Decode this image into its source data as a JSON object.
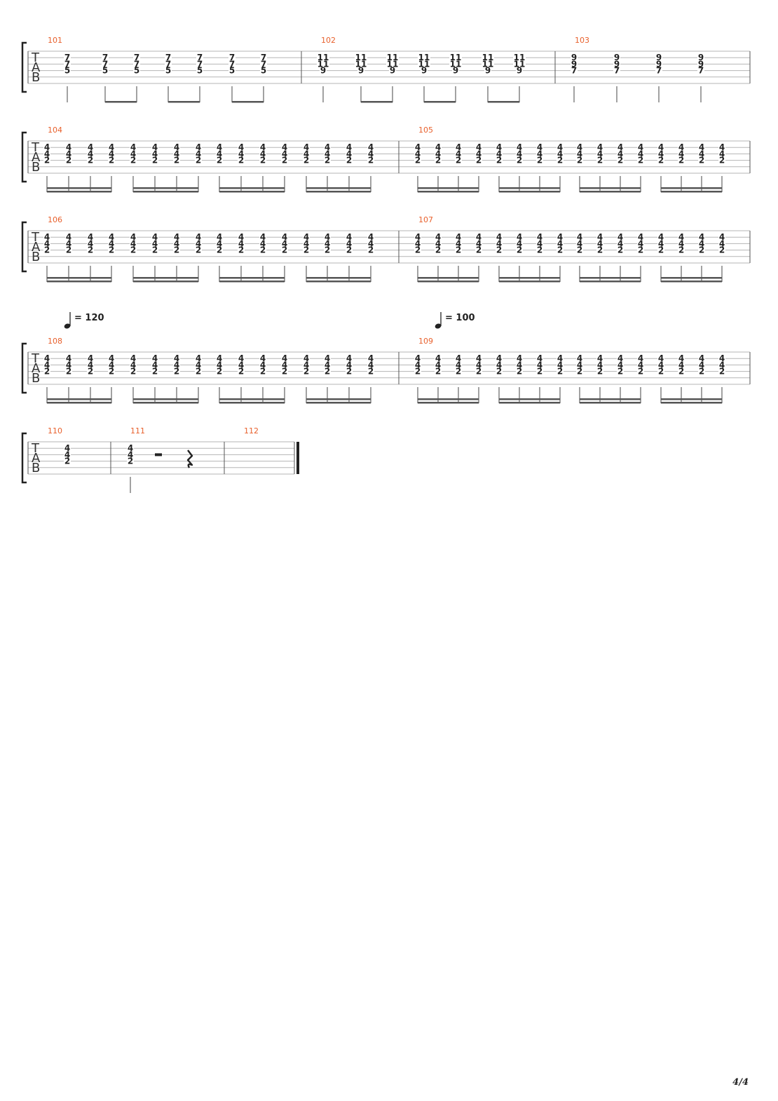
{
  "page_number": "4/4",
  "colors": {
    "measure_number": "#e8602c",
    "staff_line": "#b5b5b5",
    "ink": "#222222"
  },
  "clef_letters": [
    "T",
    "A",
    "B"
  ],
  "systems": [
    {
      "measures": [
        {
          "number": "101",
          "beats": [
            {
              "frets": [
                "7",
                "7",
                "5"
              ],
              "stem": "single"
            },
            {
              "frets": [
                "7",
                "7",
                "5"
              ],
              "stem": "eighth"
            },
            {
              "frets": [
                "7",
                "7",
                "5"
              ],
              "stem": "eighth"
            },
            {
              "frets": [
                "7",
                "7",
                "5"
              ],
              "stem": "eighth"
            },
            {
              "frets": [
                "7",
                "7",
                "5"
              ],
              "stem": "eighth"
            },
            {
              "frets": [
                "7",
                "7",
                "5"
              ],
              "stem": "eighth"
            },
            {
              "frets": [
                "7",
                "7",
                "5"
              ],
              "stem": "eighth"
            }
          ]
        },
        {
          "number": "102",
          "beats": [
            {
              "frets": [
                "11",
                "11",
                "9"
              ],
              "stem": "single"
            },
            {
              "frets": [
                "11",
                "11",
                "9"
              ],
              "stem": "eighth"
            },
            {
              "frets": [
                "11",
                "11",
                "9"
              ],
              "stem": "eighth"
            },
            {
              "frets": [
                "11",
                "11",
                "9"
              ],
              "stem": "eighth"
            },
            {
              "frets": [
                "11",
                "11",
                "9"
              ],
              "stem": "eighth"
            },
            {
              "frets": [
                "11",
                "11",
                "9"
              ],
              "stem": "eighth"
            },
            {
              "frets": [
                "11",
                "11",
                "9"
              ],
              "stem": "eighth"
            }
          ]
        },
        {
          "number": "103",
          "beats": [
            {
              "frets": [
                "9",
                "9",
                "7"
              ],
              "stem": "single"
            },
            {
              "frets": [
                "9",
                "9",
                "7"
              ],
              "stem": "single"
            },
            {
              "frets": [
                "9",
                "9",
                "7"
              ],
              "stem": "single"
            },
            {
              "frets": [
                "9",
                "9",
                "7"
              ],
              "stem": "single"
            }
          ]
        }
      ]
    },
    {
      "measures": [
        {
          "number": "104",
          "pattern": {
            "frets": [
              "4",
              "4",
              "2"
            ],
            "count": 16,
            "beam": "sixteenth"
          }
        },
        {
          "number": "105",
          "pattern": {
            "frets": [
              "4",
              "4",
              "2"
            ],
            "count": 16,
            "beam": "sixteenth"
          }
        }
      ]
    },
    {
      "measures": [
        {
          "number": "106",
          "pattern": {
            "frets": [
              "4",
              "4",
              "2"
            ],
            "count": 16,
            "beam": "sixteenth"
          }
        },
        {
          "number": "107",
          "pattern": {
            "frets": [
              "4",
              "4",
              "2"
            ],
            "count": 16,
            "beam": "sixteenth"
          }
        }
      ]
    },
    {
      "measures": [
        {
          "number": "108",
          "tempo": "= 120",
          "pattern": {
            "frets": [
              "4",
              "4",
              "2"
            ],
            "count": 16,
            "beam": "sixteenth"
          }
        },
        {
          "number": "109",
          "tempo": "= 100",
          "pattern": {
            "frets": [
              "4",
              "4",
              "2"
            ],
            "count": 16,
            "beam": "sixteenth"
          }
        }
      ]
    },
    {
      "measures": [
        {
          "number": "110",
          "beats": [
            {
              "frets": [
                "4",
                "4",
                "2"
              ],
              "stem": "none"
            }
          ]
        },
        {
          "number": "111",
          "beats": [
            {
              "frets": [
                "4",
                "4",
                "2"
              ],
              "stem": "single"
            }
          ],
          "rests": [
            "half-rest",
            "quarter-rest"
          ]
        },
        {
          "number": "112",
          "beats": [],
          "final_barline": true
        }
      ]
    }
  ]
}
